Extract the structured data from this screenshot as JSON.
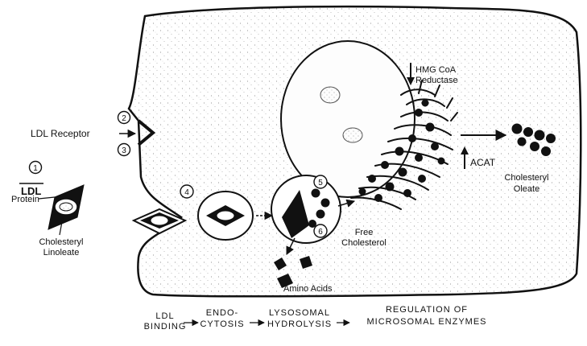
{
  "labels": {
    "step1": "1",
    "step2": "2",
    "step3": "3",
    "step4": "4",
    "step5": "5",
    "step6": "6",
    "ldl": "LDL",
    "protein": "Protein",
    "cholesteryl_linoleate_1": "Cholesteryl",
    "cholesteryl_linoleate_2": "Linoleate",
    "ldl_receptor": "LDL Receptor",
    "hmg_1": "HMG CoA",
    "hmg_2": "Reductase",
    "acat": "ACAT",
    "cholesteryl_oleate_1": "Cholesteryl",
    "cholesteryl_oleate_2": "Oleate",
    "free_cholesterol_1": "Free",
    "free_cholesterol_2": "Cholesterol",
    "amino_acids": "Amino Acids"
  },
  "pathway": {
    "ldl_binding_1": "LDL",
    "ldl_binding_2": "BINDING",
    "endocytosis_1": "ENDO-",
    "endocytosis_2": "CYTOSIS",
    "lysosomal_1": "LYSOSOMAL",
    "lysosomal_2": "HYDROLYSIS",
    "regulation_1": "REGULATION OF",
    "regulation_2": "MICROSOMAL ENZYMES"
  },
  "colors": {
    "ink": "#111111",
    "stipple": "#9a9a9a"
  },
  "icons": {
    "up_arrow": "up-arrow-icon",
    "down_arrow": "down-arrow-icon"
  }
}
